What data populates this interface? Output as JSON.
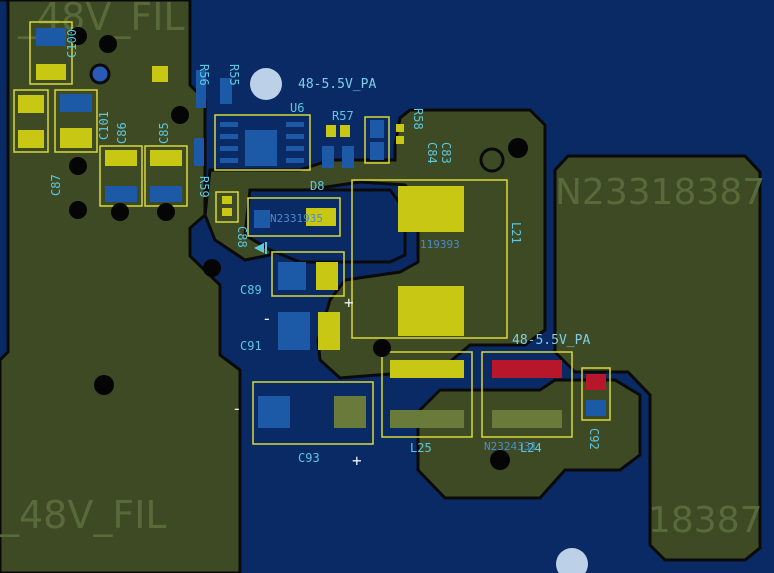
{
  "net_labels": {
    "left_top": "_48V_FIL",
    "left_bottom": "_48V_FIL",
    "right_top": "N23318387",
    "right_bottom": "18387",
    "rail_top": "48-5.5V_PA",
    "rail_mid": "48-5.5V_PA",
    "pad_small": "N2331935",
    "pad_mid": "119393",
    "pad_low": "N2324331"
  },
  "refdes": {
    "c100": "C100",
    "c101": "C101",
    "c86": "C86",
    "c85": "C85",
    "c87": "C87",
    "r55": "R55",
    "r56": "R56",
    "r57": "R57",
    "r58": "R58",
    "r59": "R59",
    "u6": "U6",
    "c84": "C84",
    "c83": "C83",
    "d8": "D8",
    "c88": "C88",
    "c89": "C89",
    "c91": "C91",
    "c93": "C93",
    "l21": "L21",
    "l25": "L25",
    "l24": "L24",
    "c92": "C92"
  },
  "marks": {
    "plus_c91": "+",
    "plus_c93": "+",
    "minus_c91": "-",
    "minus_c93": "-"
  },
  "colors": {
    "background": "#0a2a66",
    "copper_pour": "#3d4a24",
    "pour_outline": "#0a0a0a",
    "silkscreen": "#d8d83a",
    "pad_yellow": "#c7c714",
    "pad_blue": "#1c5aa8",
    "pad_red": "#b8162a",
    "text_cyan": "#5bc8e0"
  }
}
